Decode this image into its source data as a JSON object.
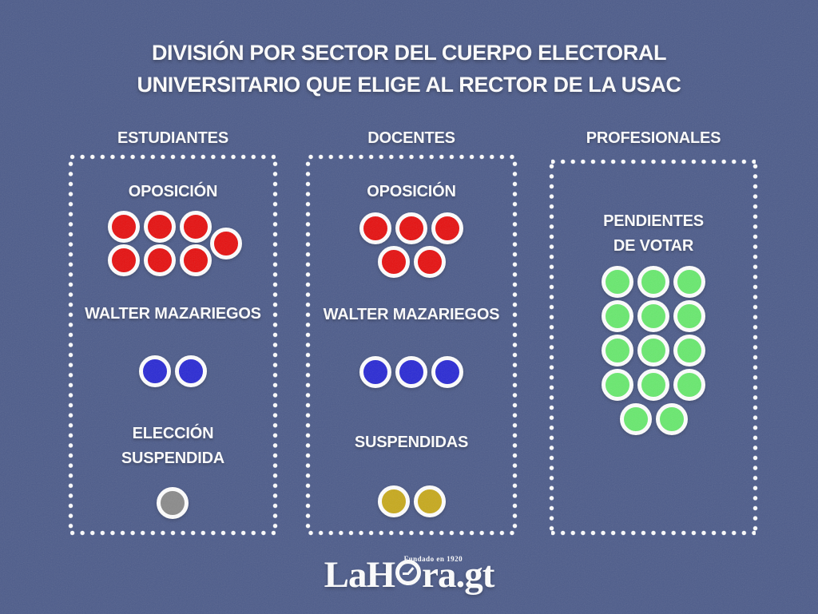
{
  "title": "DIVISIÓN POR SECTOR DEL CUERPO ELECTORAL\nUNIVERSITARIO QUE ELIGE AL RECTOR DE LA USAC",
  "colors": {
    "background": "#4c5b8a",
    "red": "#e60f0f",
    "blue": "#2929d4",
    "gray": "#8a8a8a",
    "yellow": "#c7a91c",
    "green": "#68e96e",
    "white": "#ffffff"
  },
  "columns": [
    {
      "id": "estudiantes",
      "header": "ESTUDIANTES",
      "sections": [
        {
          "id": "estudiantes-oposicion",
          "label": "OPOSICIÓN",
          "color": "red",
          "count": 7,
          "rows": [
            3,
            3
          ],
          "offset_dot": true
        },
        {
          "id": "estudiantes-walter-mazariegos",
          "label": "WALTER MAZARIEGOS",
          "color": "blue",
          "count": 2,
          "rows": [
            2
          ],
          "offset_dot": false
        },
        {
          "id": "estudiantes-eleccion-suspendida",
          "label": "ELECCIÓN\nSUSPENDIDA",
          "color": "gray",
          "count": 1,
          "rows": [
            1
          ],
          "offset_dot": false
        }
      ]
    },
    {
      "id": "docentes",
      "header": "DOCENTES",
      "sections": [
        {
          "id": "docentes-oposicion",
          "label": "OPOSICIÓN",
          "color": "red",
          "count": 5,
          "rows": [
            3,
            2
          ],
          "offset_dot": false
        },
        {
          "id": "docentes-walter-mazariegos",
          "label": "WALTER MAZARIEGOS",
          "color": "blue",
          "count": 3,
          "rows": [
            3
          ],
          "offset_dot": false
        },
        {
          "id": "docentes-suspendidas",
          "label": "SUSPENDIDAS",
          "color": "yellow",
          "count": 2,
          "rows": [
            2
          ],
          "offset_dot": false
        }
      ]
    },
    {
      "id": "profesionales",
      "header": "PROFESIONALES",
      "sections": [
        {
          "id": "profesionales-pendientes-de-votar",
          "label": "PENDIENTES\nDE VOTAR",
          "color": "green",
          "count": 14,
          "rows": [
            3,
            3,
            3,
            3,
            2
          ],
          "offset_dot": false
        }
      ]
    }
  ],
  "logo": {
    "name": "LaHora.gt",
    "part1": "LaH",
    "part2": "ra.gt",
    "tagline": "Fundado en 1920"
  },
  "chart_data": {
    "type": "table",
    "title": "DIVISIÓN POR SECTOR DEL CUERPO ELECTORAL UNIVERSITARIO QUE ELIGE AL RECTOR DE LA USAC",
    "categories": [
      "ESTUDIANTES",
      "DOCENTES",
      "PROFESIONALES"
    ],
    "series": [
      {
        "name": "OPOSICIÓN",
        "values": [
          7,
          5,
          0
        ]
      },
      {
        "name": "WALTER MAZARIEGOS",
        "values": [
          2,
          3,
          0
        ]
      },
      {
        "name": "ELECCIÓN SUSPENDIDA / SUSPENDIDAS",
        "values": [
          1,
          2,
          0
        ]
      },
      {
        "name": "PENDIENTES DE VOTAR",
        "values": [
          0,
          0,
          14
        ]
      }
    ],
    "legend": {
      "OPOSICIÓN": "red dots",
      "WALTER MAZARIEGOS": "blue dots",
      "SUSPENDIDAS": "yellow dots",
      "ELECCIÓN SUSPENDIDA": "gray dot",
      "PENDIENTES DE VOTAR": "green dots"
    }
  }
}
